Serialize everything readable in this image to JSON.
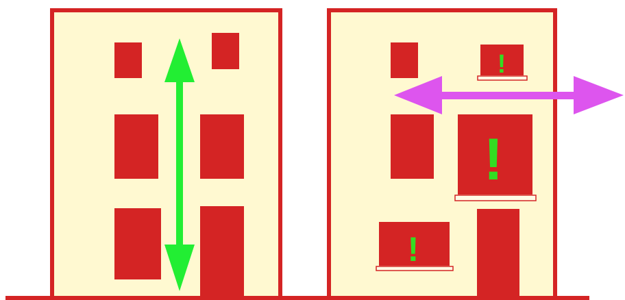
{
  "colors": {
    "background": "#ffffff",
    "facade": "#fff9d1",
    "brick_red": "#d42424",
    "sill": "#fffbe6",
    "vertical_arrow": "#22ee33",
    "horizontal_arrow": "#dd55ee",
    "alert_mark": "#33dd22"
  },
  "icons": {
    "vertical_arrow": "double-headed-vertical-arrow-icon",
    "horizontal_arrow": "double-headed-horizontal-arrow-icon",
    "alert_mark": "exclamation-mark-icon"
  },
  "left_building": {
    "window_count": 5,
    "door_count": 1
  },
  "right_building": {
    "window_count": 5,
    "door_count": 1,
    "alert_windows": 3,
    "marks": [
      "!",
      "!",
      "!"
    ]
  }
}
